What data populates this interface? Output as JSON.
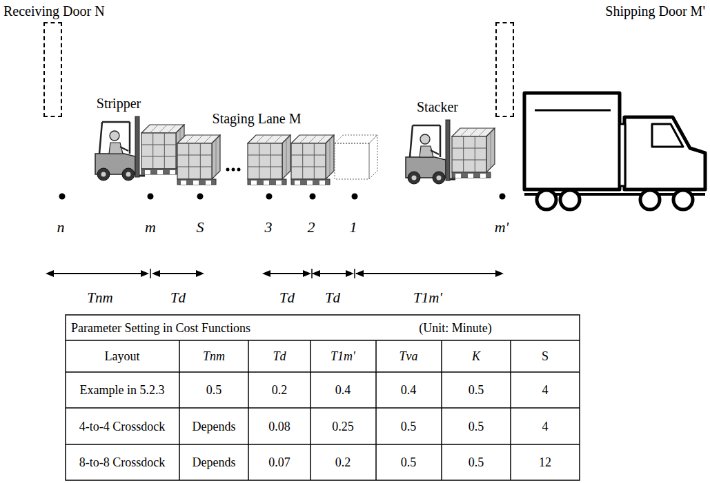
{
  "diagram": {
    "nodes": [
      {
        "text": [
          "Receiving Door N"
        ]
      },
      {
        "text": [
          "Shipping Door M'"
        ]
      }
    ],
    "labels": [
      "Stripper",
      "Staging Lane M",
      "Stacker",
      "n",
      "m",
      "S",
      "3",
      "2",
      "1",
      "m'",
      "Tnm",
      "Td",
      "Td",
      "Td",
      "T1m'",
      "Parameter Setting in Cost Functions",
      "(Unit: Minute)",
      "Layout",
      "Tnm",
      "Td",
      "T1m'",
      "Tva",
      "K",
      "S",
      "Example in 5.2.3",
      "0.5",
      "0.2",
      "0.4",
      "0.4",
      "0.5",
      "4",
      "4-to-4 Crossdock",
      "Depends",
      "0.08",
      "0.25",
      "0.5",
      "0.5",
      "4",
      "8-to-8 Crossdock",
      "Depends",
      "0.07",
      "0.2",
      "0.5",
      "0.5",
      "12"
    ]
  }
}
